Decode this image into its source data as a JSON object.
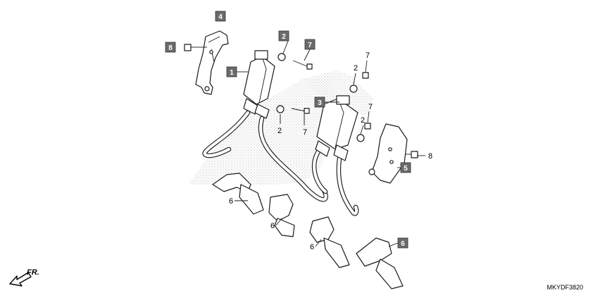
{
  "diagram": {
    "part_callouts": [
      {
        "id": "callout-1",
        "label": "1",
        "boxed": true
      },
      {
        "id": "callout-2-top",
        "label": "2",
        "boxed": true
      },
      {
        "id": "callout-7-top",
        "label": "7",
        "boxed": true
      },
      {
        "id": "callout-4",
        "label": "4",
        "boxed": true
      },
      {
        "id": "callout-8-left",
        "label": "8",
        "boxed": true
      },
      {
        "id": "callout-3",
        "label": "3",
        "boxed": true
      },
      {
        "id": "callout-5",
        "label": "5",
        "boxed": true
      },
      {
        "id": "callout-6-boxed",
        "label": "6",
        "boxed": true
      },
      {
        "id": "callout-2-mid",
        "label": "2",
        "boxed": false
      },
      {
        "id": "callout-7-mid",
        "label": "7",
        "boxed": false
      },
      {
        "id": "callout-2-right-a",
        "label": "2",
        "boxed": false
      },
      {
        "id": "callout-7-right-a",
        "label": "7",
        "boxed": false
      },
      {
        "id": "callout-2-right-b",
        "label": "2",
        "boxed": false
      },
      {
        "id": "callout-7-right-b",
        "label": "7",
        "boxed": false
      },
      {
        "id": "callout-8-right",
        "label": "8",
        "boxed": false
      },
      {
        "id": "callout-6-a",
        "label": "6",
        "boxed": false
      },
      {
        "id": "callout-6-b",
        "label": "6",
        "boxed": false
      },
      {
        "id": "callout-6-c",
        "label": "6",
        "boxed": false
      }
    ],
    "front_indicator": "FR.",
    "diagram_code": "MKYDF3820",
    "colors": {
      "callout_box": "#6b6b6b",
      "callout_text": "#ffffff",
      "line": "#1a1a1a",
      "hatch": "#9a9a9a"
    }
  }
}
